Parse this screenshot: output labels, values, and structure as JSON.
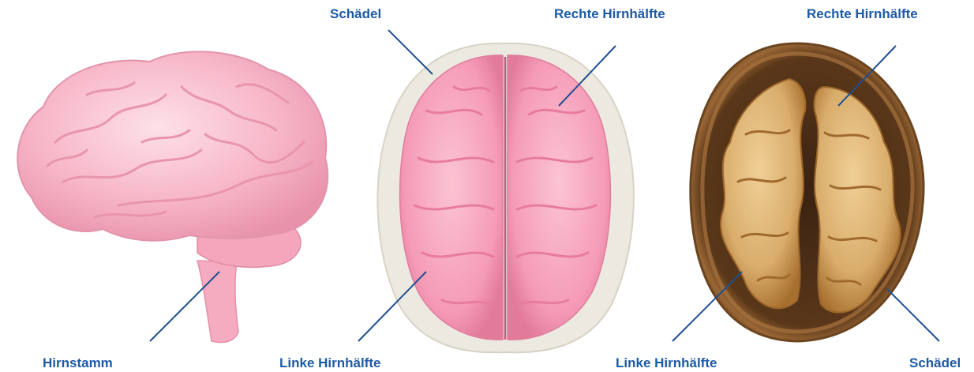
{
  "labels": {
    "brainstem": "Hirnstamm",
    "skull_top": "Schädel",
    "right_hemisphere_top": "Rechte Hirnhälfte",
    "left_hemisphere_top": "Linke Hirnhälfte",
    "right_hemisphere_walnut": "Rechte Hirnhälfte",
    "left_hemisphere_walnut": "Linke Hirnhälfte",
    "skull_walnut": "Schädel"
  },
  "colors": {
    "label": "#1d5aa6",
    "leader_line": "#1f4f8f",
    "brain_pink": "#f7b6c8",
    "brain_pink_dark": "#e28aa5",
    "skull_paper": "#ece9e1",
    "walnut_shell": "#8a5a2b",
    "walnut_shell_dark": "#3c2413",
    "walnut_kernel": "#d9ad6c",
    "walnut_kernel_dark": "#a86f32"
  }
}
